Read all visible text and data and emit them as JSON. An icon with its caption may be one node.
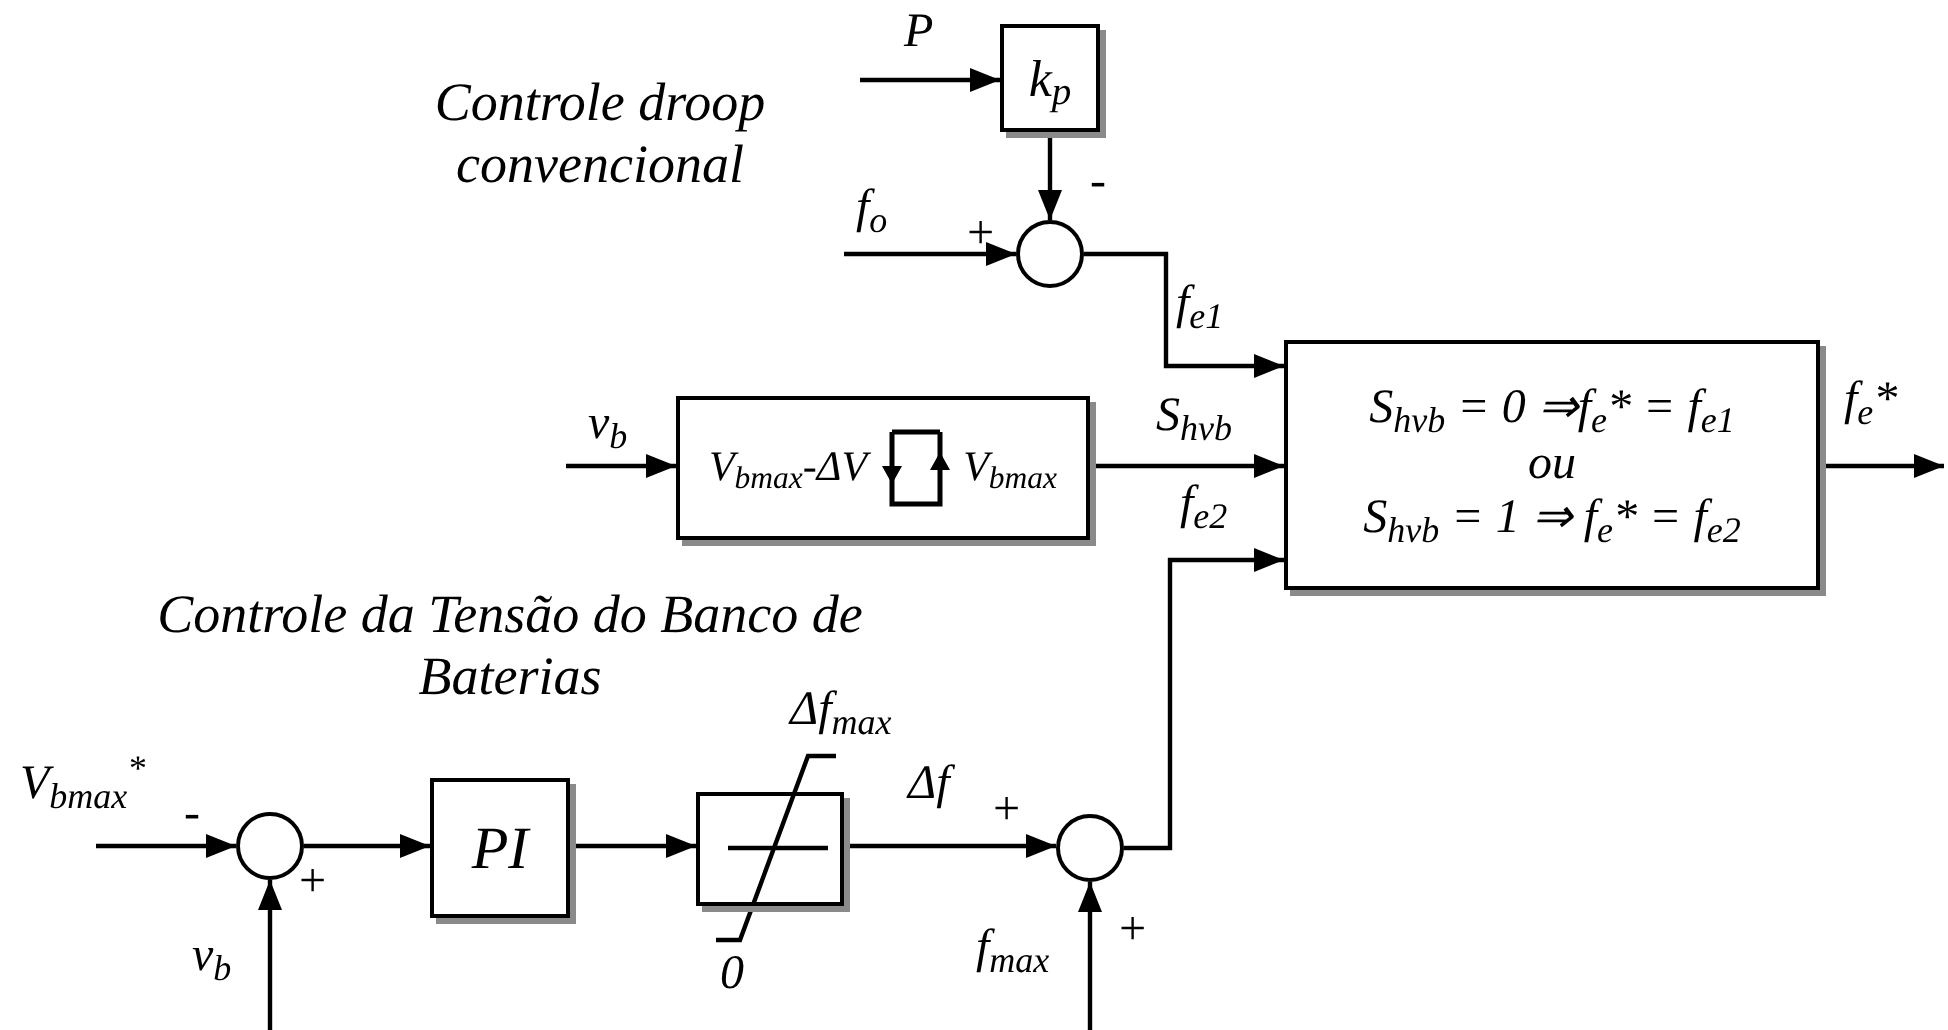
{
  "diagram": {
    "nodes": [
      {
        "text": [
          "k$_{p}$"
        ]
      },
      {
        "text": [],
        "shape": "circle"
      },
      {
        "text": [
          "V$_{bmax}$-ΔV",
          "V$_{bmax}$"
        ]
      },
      {
        "text": [
          "S$_{hvb}$ = 0 ⇒f$_{e}$* = f$_{e1}$",
          "ou",
          "S$_{hvb}$ = 1 ⇒ f$_{e}$* = f$_{e2}$"
        ]
      },
      {
        "text": [],
        "shape": "circle"
      },
      {
        "text": [
          "PI"
        ]
      },
      {
        "text": [],
        "shape": "box"
      },
      {
        "text": [],
        "shape": "circle"
      }
    ],
    "edges": [
      {
        "from": null,
        "to": 0,
        "arrow": "to",
        "label": "P"
      },
      {
        "from": 0,
        "to": 1,
        "arrow": "to"
      },
      {
        "from": null,
        "to": 1,
        "arrow": "to",
        "label": "f$_{o}$"
      },
      {
        "from": 1,
        "to": 3,
        "arrow": "to",
        "label": "f$_{e1}$"
      },
      {
        "from": null,
        "to": 2,
        "arrow": "to",
        "label": "v$_{b}$"
      },
      {
        "from": 2,
        "to": 3,
        "arrow": "to",
        "label": "S$_{hvb}$"
      },
      {
        "from": 7,
        "to": 3,
        "arrow": "to",
        "label": "f$_{e2}$"
      },
      {
        "from": 3,
        "to": null,
        "arrow": "to",
        "label": "f$_{e}$*"
      },
      {
        "from": null,
        "to": 4,
        "arrow": "to",
        "label": "V$_{bmax}$$^{*}$"
      },
      {
        "from": null,
        "to": 4,
        "arrow": "to",
        "label": "v$_{b}$"
      },
      {
        "from": 4,
        "to": 5,
        "arrow": "to"
      },
      {
        "from": 5,
        "to": 6,
        "arrow": "to"
      },
      {
        "from": 6,
        "to": 7,
        "arrow": "to",
        "label": "Δf"
      },
      {
        "from": null,
        "to": 7,
        "arrow": "to",
        "label": "f$_{max}$"
      }
    ],
    "labels": [
      "Controle droop convencional",
      "-",
      "+",
      "Controle da Tensão do Banco de Baterias",
      "-",
      "+",
      "Δf$_{max}$",
      "0",
      "+",
      "+"
    ]
  }
}
